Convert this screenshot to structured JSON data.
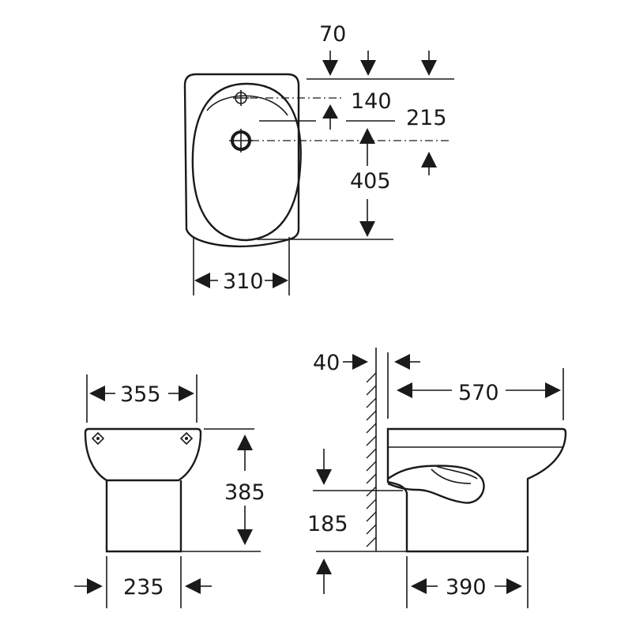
{
  "top_view": {
    "dim_70": "70",
    "dim_140": "140",
    "dim_215": "215",
    "dim_405": "405",
    "dim_310": "310"
  },
  "front_view": {
    "dim_355": "355",
    "dim_385": "385",
    "dim_235": "235"
  },
  "side_view": {
    "dim_40": "40",
    "dim_570": "570",
    "dim_185": "185",
    "dim_390": "390"
  }
}
